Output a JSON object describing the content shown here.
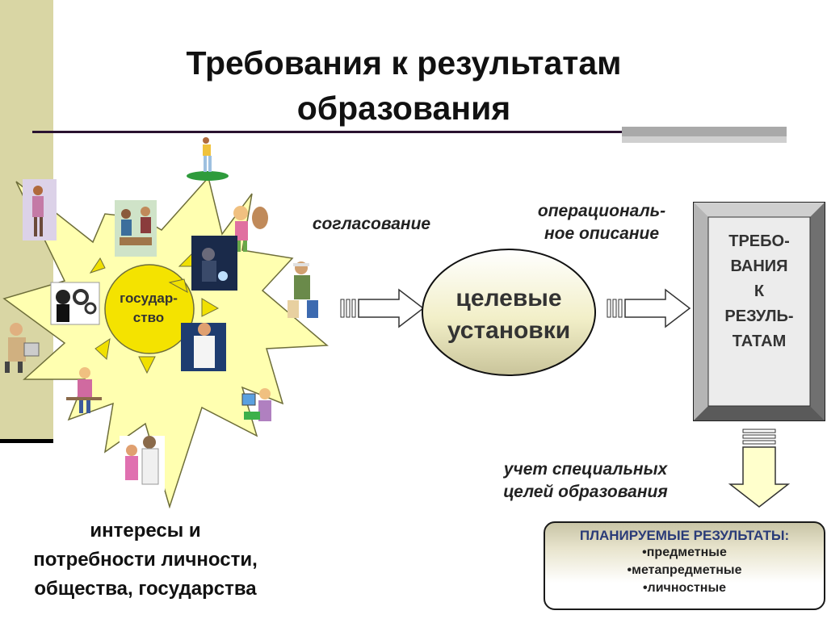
{
  "title": {
    "line1": "Требования к результатам",
    "line2": "образования"
  },
  "center_label": {
    "line1": "государ-",
    "line2": "ство"
  },
  "labels": {
    "coordination": "согласование",
    "operational": {
      "line1": "операциональ-",
      "line2": "ное описание"
    },
    "special": {
      "line1": "учет специальных",
      "line2": "целей образования"
    }
  },
  "target": {
    "line1": "целевые",
    "line2": "установки"
  },
  "requirements": {
    "line1": "ТРЕБО-",
    "line2": "ВАНИЯ",
    "line3": "К",
    "line4": "РЕЗУЛЬ-",
    "line5": "ТАТАМ"
  },
  "interests": {
    "line1": "интересы и",
    "line2": "потребности личности,",
    "line3": "общества, государства"
  },
  "planned": {
    "title": "ПЛАНИРУЕМЫЕ РЕЗУЛЬТАТЫ:",
    "items": [
      "•предметные",
      "•метапредметные",
      "•личностные"
    ]
  },
  "colors": {
    "sun": "#ffffb0",
    "rays": "#f0e000",
    "strip": "#d9d6a4",
    "planned_title": "#2a3b78"
  },
  "icons": [
    "business-woman-icon",
    "meeting-icon",
    "golfer-icon",
    "child-with-toy-icon",
    "welder-icon",
    "gears-man-icon",
    "worker-icon",
    "doctor-icon",
    "office-worker-icon",
    "student-icon",
    "computer-user-icon",
    "family-icon"
  ]
}
